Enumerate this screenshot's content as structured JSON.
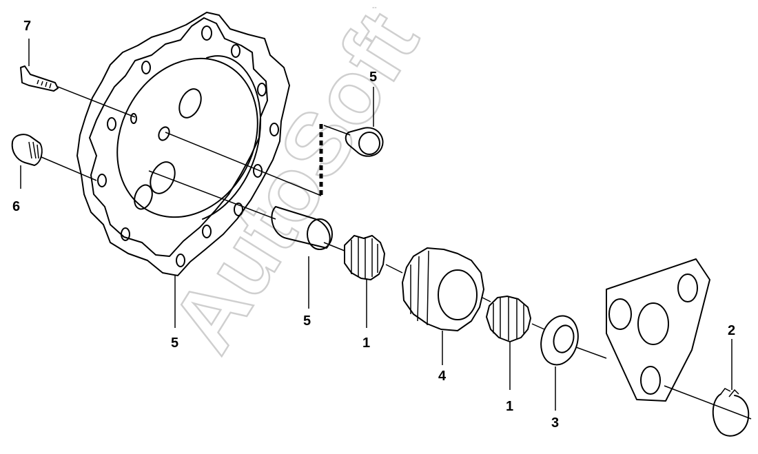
{
  "watermark": "AutoSoft",
  "header_mark": "-- ",
  "callouts": [
    {
      "id": "callout-7",
      "text": "7"
    },
    {
      "id": "callout-6",
      "text": "6"
    },
    {
      "id": "callout-5-flange",
      "text": "5"
    },
    {
      "id": "callout-5-plug",
      "text": "5"
    },
    {
      "id": "callout-5-sleeve",
      "text": "5"
    },
    {
      "id": "callout-1-left",
      "text": "1"
    },
    {
      "id": "callout-4",
      "text": "4"
    },
    {
      "id": "callout-1-right",
      "text": "1"
    },
    {
      "id": "callout-3",
      "text": "3"
    },
    {
      "id": "callout-2",
      "text": "2"
    }
  ]
}
